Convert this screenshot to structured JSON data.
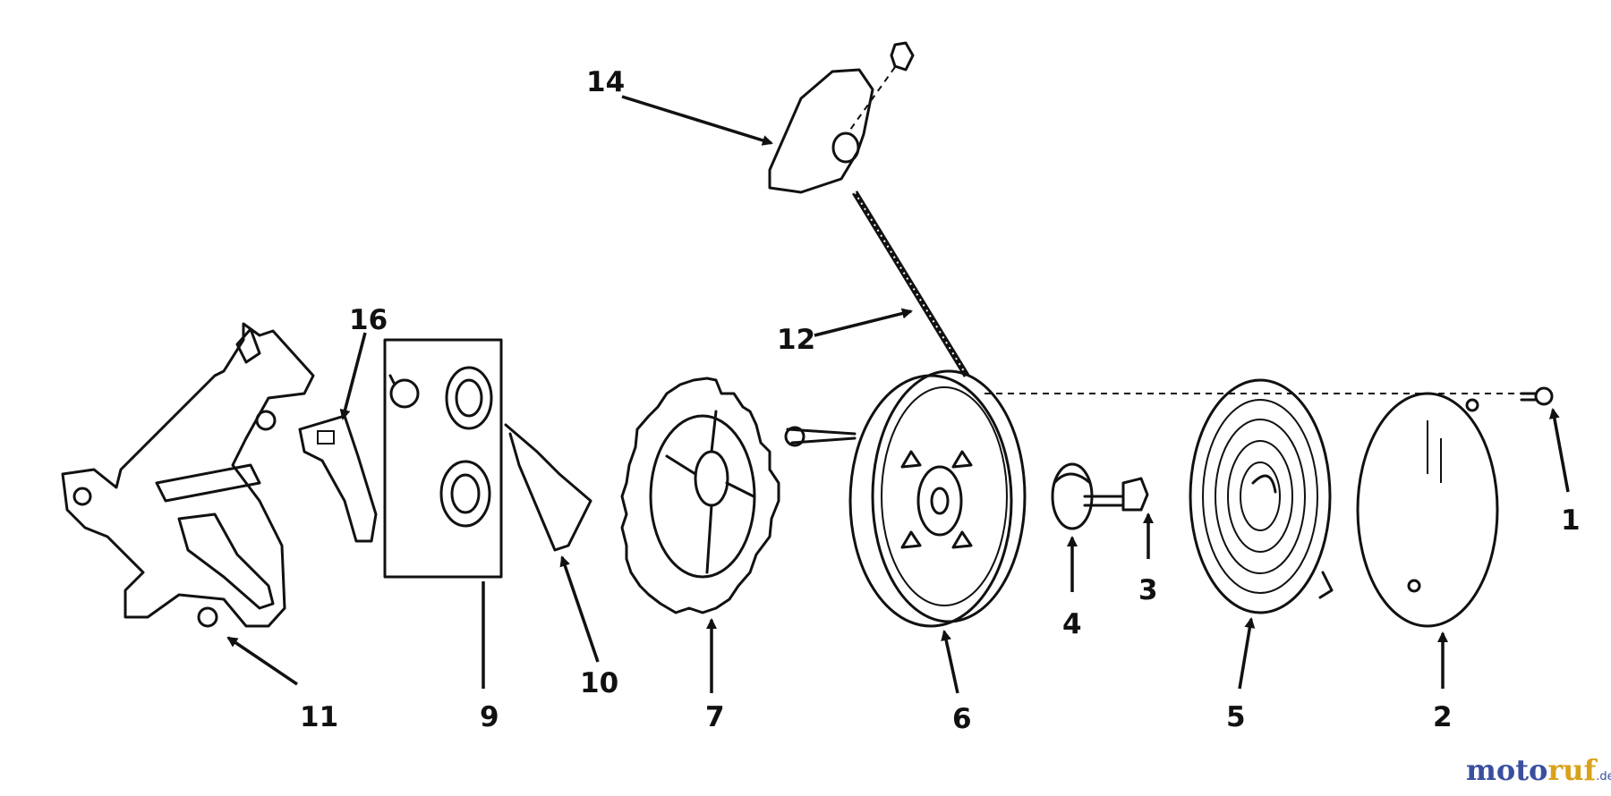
{
  "callouts": {
    "c1": "1",
    "c2": "2",
    "c3": "3",
    "c4": "4",
    "c5": "5",
    "c6": "6",
    "c7": "7",
    "c9": "9",
    "c10": "10",
    "c11": "11",
    "c12": "12",
    "c14": "14",
    "c16": "16"
  },
  "watermark": {
    "part_a": "moto",
    "part_b": "ruf",
    "suffix": ".de"
  },
  "colors": {
    "ink": "#111111",
    "watermark_blue": "#3a4f9e",
    "watermark_gold": "#d9a21b"
  }
}
